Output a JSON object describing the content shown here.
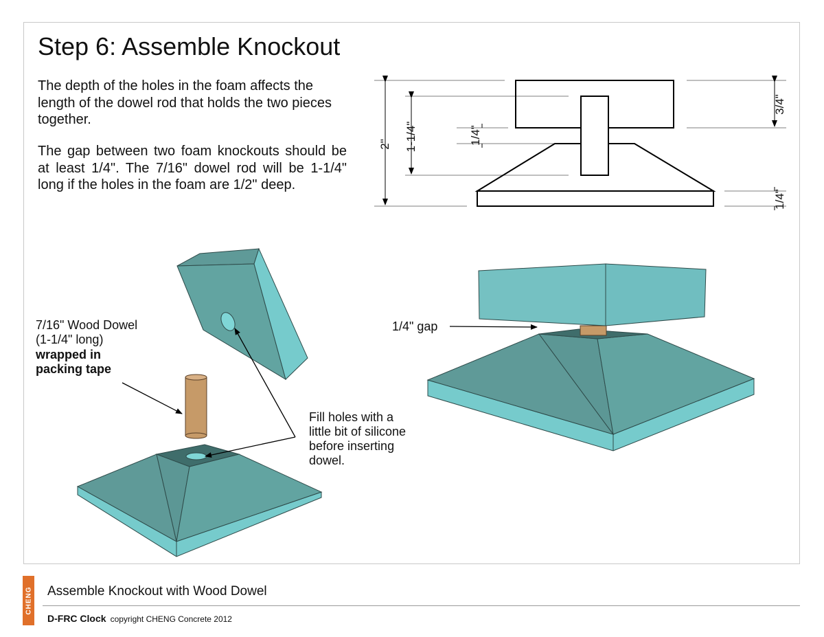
{
  "header": {
    "step_label": "Step 6:",
    "title": "Assemble Knockout"
  },
  "intro": {
    "paragraph1": "The depth of the holes in the foam affects the length of the dowel rod that holds the two pieces together.",
    "paragraph2": "The gap between two foam knockouts should be at least 1/4\". The 7/16\" dowel rod will be 1-1/4\" long if the holes in the foam are 1/2\" deep."
  },
  "dimensions": {
    "total_height": "2\"",
    "dowel_length": "1-1/4\"",
    "gap": "1/4\"",
    "top_block_thickness": "3/4\"",
    "base_thickness": "1/4\""
  },
  "callouts": {
    "dowel_line1": "7/16\" Wood Dowel",
    "dowel_line2": "(1-1/4\" long)",
    "dowel_bold1": "wrapped in",
    "dowel_bold2": "packing tape",
    "silicone_line1": "Fill holes with a",
    "silicone_line2": "little bit of silicone",
    "silicone_line3": "before inserting",
    "silicone_line4": "dowel.",
    "gap_label": "1/4\" gap"
  },
  "colors": {
    "foam_top": "#61a5a2",
    "foam_side": "#75c9cb",
    "foam_hole_face": "#3f6d6b",
    "dowel": "#c69a68",
    "accent": "#e0702a"
  },
  "footer": {
    "brand_tag": "CHENG",
    "caption": "Assemble Knockout with Wood Dowel",
    "product": "D-FRC Clock",
    "copyright": "copyright CHENG Concrete 2012"
  }
}
